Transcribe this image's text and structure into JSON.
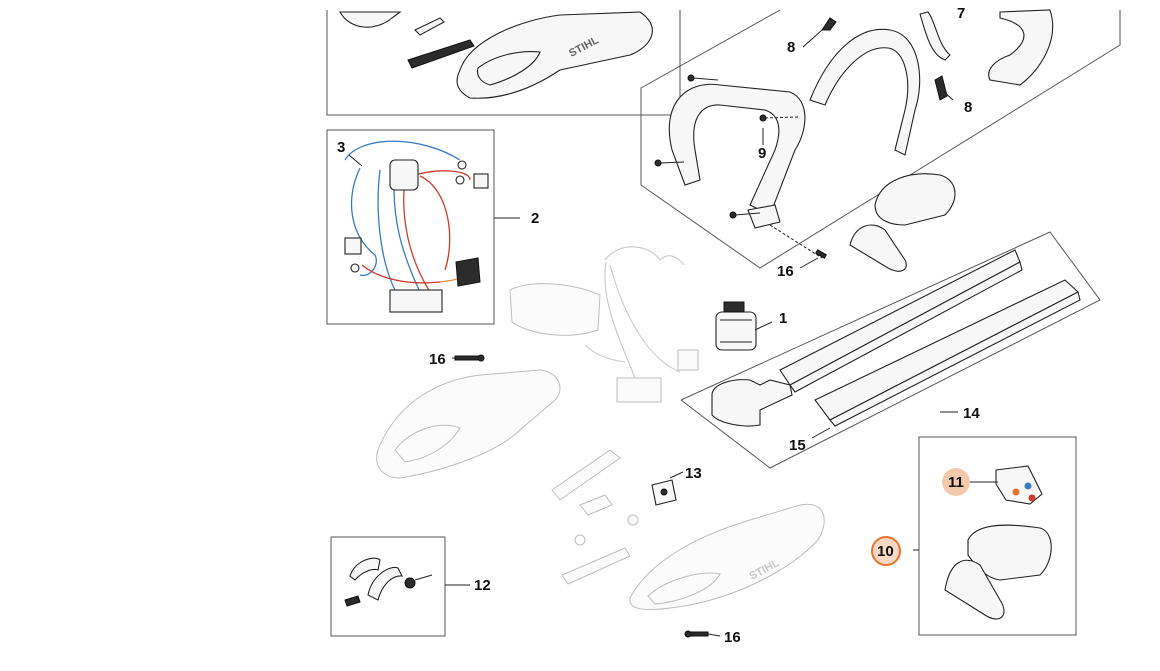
{
  "callouts": {
    "c1": "1",
    "c2": "2",
    "c3": "3",
    "c7": "7",
    "c8a": "8",
    "c8b": "8",
    "c9": "9",
    "c10": "10",
    "c11": "11",
    "c12": "12",
    "c13": "13",
    "c14": "14",
    "c15": "15",
    "c16a": "16",
    "c16b": "16",
    "c16c": "16"
  },
  "decal_text": {
    "housing_upper": "STIHL",
    "housing_lower": "STIHL"
  },
  "colors": {
    "badge_fill": "#f6d8c4",
    "badge_stroke": "#e8732d",
    "wire_blue": "#3a7ac4",
    "wire_red": "#d0392b",
    "frame": "#555555"
  }
}
